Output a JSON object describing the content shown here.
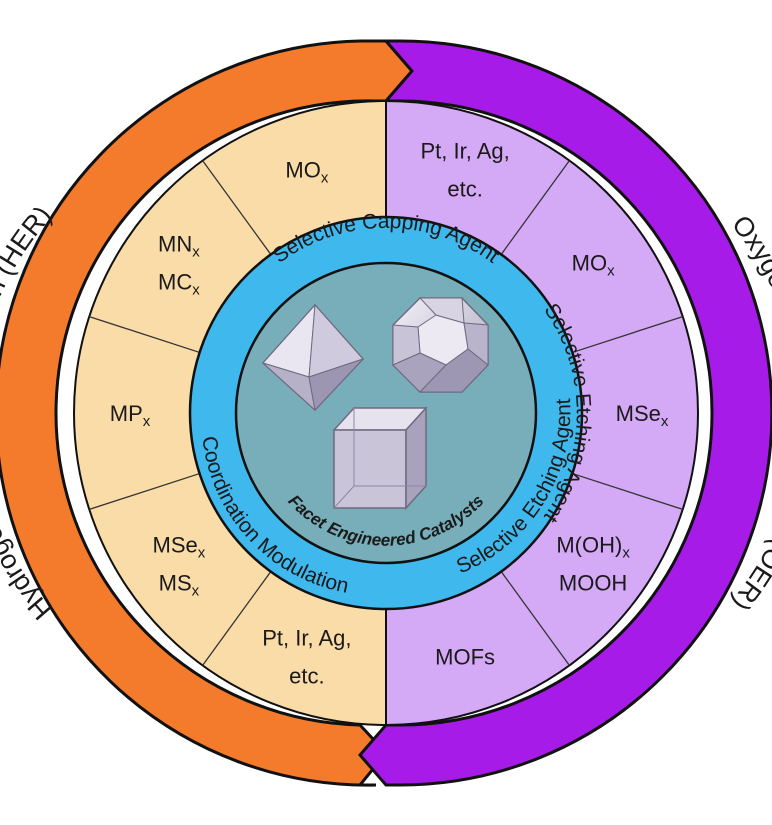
{
  "outer_ring": {
    "left_label": "Hydrogen Evolution Reaction (HER)",
    "right_label": "Oxygen Evolution Reaction (OER)",
    "left_color": "#F47B2C",
    "right_color": "#A61BE8"
  },
  "her": {
    "color": "#F9DCA8",
    "segments": [
      {
        "lines": [
          {
            "main": "MO",
            "sub": "x"
          }
        ]
      },
      {
        "lines": [
          {
            "main": "MN",
            "sub": "x"
          },
          {
            "main": "MC",
            "sub": "x"
          }
        ]
      },
      {
        "lines": [
          {
            "main": "MP",
            "sub": "x"
          }
        ]
      },
      {
        "lines": [
          {
            "main": "MSe",
            "sub": "x"
          },
          {
            "main": "MS",
            "sub": "x"
          }
        ]
      },
      {
        "lines": [
          {
            "main": "Pt, Ir, Ag,",
            "sub": ""
          },
          {
            "main": "etc.",
            "sub": ""
          }
        ]
      }
    ]
  },
  "oer": {
    "color": "#D4A9F5",
    "segments": [
      {
        "lines": [
          {
            "main": "Pt, Ir, Ag,",
            "sub": ""
          },
          {
            "main": "etc.",
            "sub": ""
          }
        ]
      },
      {
        "lines": [
          {
            "main": "MO",
            "sub": "x"
          }
        ]
      },
      {
        "lines": [
          {
            "main": "MSe",
            "sub": "x"
          }
        ]
      },
      {
        "lines": [
          {
            "main": "M(OH)",
            "sub": "x"
          },
          {
            "main": "MOOH",
            "sub": ""
          }
        ]
      },
      {
        "lines": [
          {
            "main": "MOFs",
            "sub": ""
          }
        ]
      }
    ]
  },
  "inner_ring": {
    "color": "#3FB8EE",
    "top": "Selective Capping Agent",
    "right": "Selective Etching Agent",
    "bottom_left": "Coordination Modulation",
    "bottom_right": "Selective Etching Agent"
  },
  "center": {
    "color": "#78AEB9",
    "label": "Facet Engineered Catalysts",
    "shapes": [
      "octahedron",
      "truncated-octahedron",
      "cube"
    ]
  }
}
